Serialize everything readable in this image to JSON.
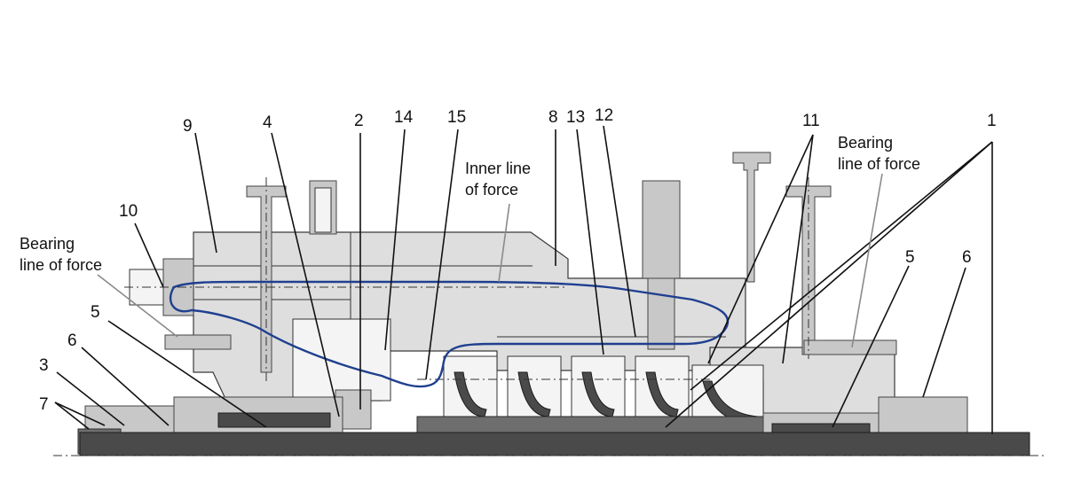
{
  "diagram": {
    "part_numbers": {
      "n1": "1",
      "n2": "2",
      "n3": "3",
      "n4": "4",
      "n5_left": "5",
      "n5_right": "5",
      "n6_left": "6",
      "n6_right": "6",
      "n7": "7",
      "n8": "8",
      "n9": "9",
      "n10": "10",
      "n11": "11",
      "n12": "12",
      "n13": "13",
      "n14": "14",
      "n15": "15"
    },
    "annotations": {
      "bearing_left_line1": "Bearing",
      "bearing_left_line2": "line of force",
      "bearing_right_line1": "Bearing",
      "bearing_right_line2": "line of force",
      "inner_line1": "Inner line",
      "inner_line2": "of force"
    },
    "colors": {
      "force_line": "#1f3f8f",
      "casing_fill": "#dedede",
      "shaft_fill": "#4a4a4a"
    }
  }
}
